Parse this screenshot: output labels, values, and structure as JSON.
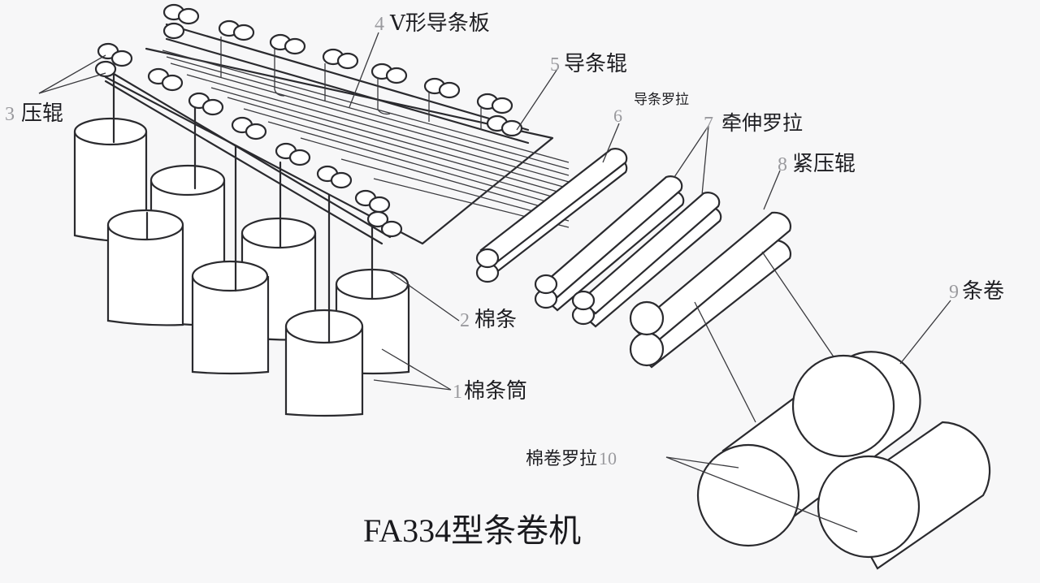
{
  "diagram": {
    "title": "FA334型条卷机",
    "type": "machine-schematic",
    "colors": {
      "line": "#2a2a2e",
      "background": "#f7f7f8",
      "number": "#9a9a9e"
    },
    "labels": [
      {
        "id": "sliver-can",
        "number": "1",
        "text": "棉条筒"
      },
      {
        "id": "sliver",
        "number": "2",
        "text": "棉条"
      },
      {
        "id": "press-roller",
        "number": "3",
        "text": "压辊"
      },
      {
        "id": "v-guide-plate",
        "number": "4",
        "text": "V形导条板"
      },
      {
        "id": "guide-roller",
        "number": "5",
        "text": "导条辊"
      },
      {
        "id": "guide-roll",
        "number": "6",
        "text": "导条罗拉"
      },
      {
        "id": "draft-roll",
        "number": "7",
        "text": "牵伸罗拉"
      },
      {
        "id": "calender-roller",
        "number": "8",
        "text": "紧压辊"
      },
      {
        "id": "lap",
        "number": "9",
        "text": "条卷"
      },
      {
        "id": "lap-roll",
        "number": "10",
        "text": "棉卷罗拉"
      }
    ]
  }
}
